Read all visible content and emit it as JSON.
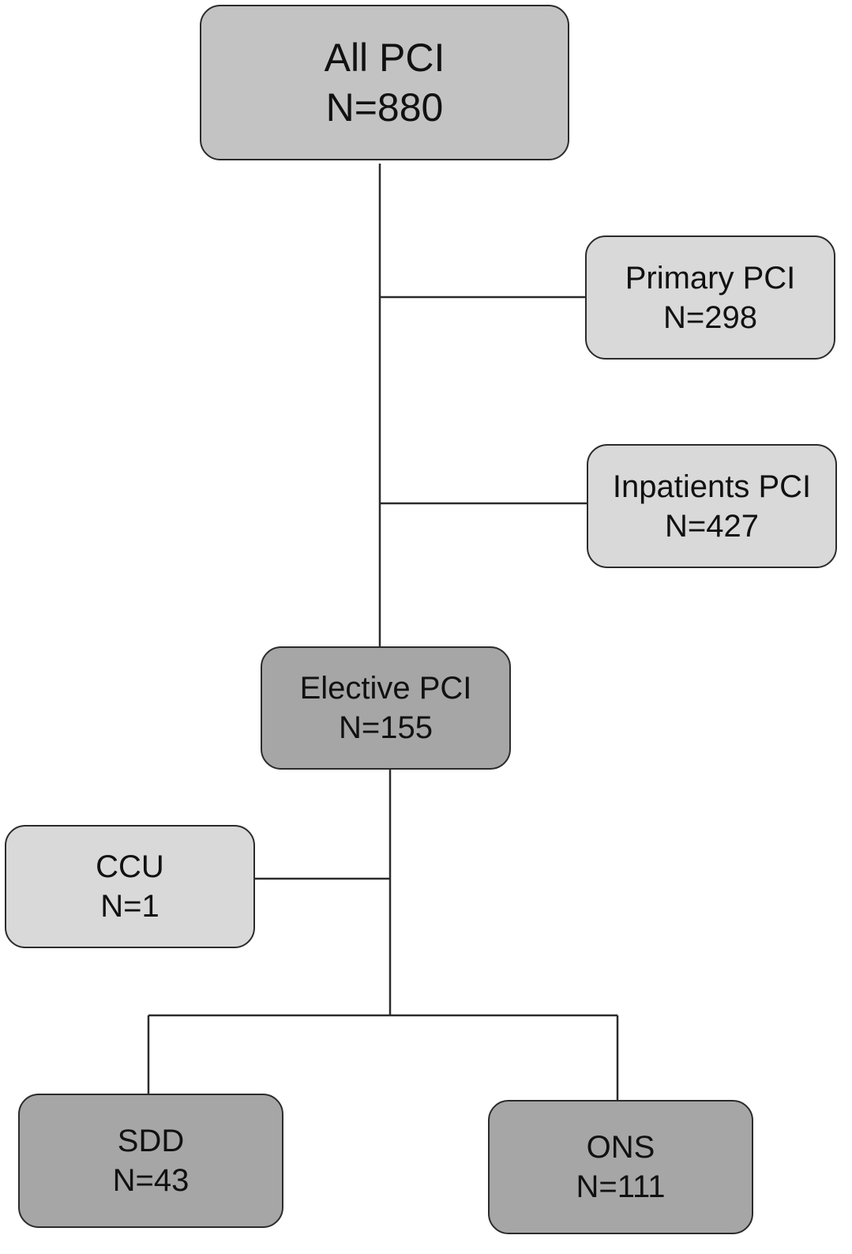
{
  "nodes": {
    "all_pci": {
      "label": "All PCI",
      "count": "N=880"
    },
    "primary_pci": {
      "label": "Primary PCI",
      "count": "N=298"
    },
    "inpatients_pci": {
      "label": "Inpatients PCI",
      "count": "N=427"
    },
    "elective_pci": {
      "label": "Elective PCI",
      "count": "N=155"
    },
    "ccu": {
      "label": "CCU",
      "count": "N=1"
    },
    "sdd": {
      "label": "SDD",
      "count": "N=43"
    },
    "ons": {
      "label": "ONS",
      "count": "N=111"
    }
  },
  "colors": {
    "light_box": "#d9d9d9",
    "mid_box": "#c3c3c3",
    "dark_box": "#a6a6a6",
    "lines": "#2b2b2b"
  }
}
